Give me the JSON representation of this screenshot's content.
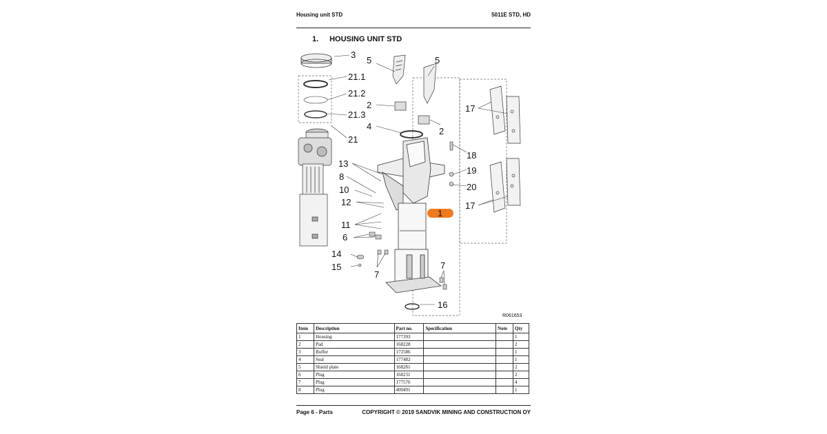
{
  "header": {
    "left": "Housing unit STD",
    "right": "5011E STD, HD"
  },
  "section": {
    "number": "1.",
    "title": "HOUSING UNIT STD"
  },
  "diagram": {
    "ref": "R061653",
    "callouts": [
      "3",
      "21.1",
      "21.2",
      "21.3",
      "21",
      "5",
      "5",
      "2",
      "2",
      "4",
      "17",
      "18",
      "19",
      "20",
      "17",
      "13",
      "8",
      "10",
      "12",
      "1",
      "11",
      "6",
      "14",
      "15",
      "7",
      "7",
      "16"
    ],
    "highlight_color": "#f07a1e"
  },
  "table": {
    "headers": [
      "Item",
      "Description",
      "Part no.",
      "Specification",
      "Note",
      "Qty"
    ],
    "rows": [
      [
        "1",
        "Housing",
        "177393",
        "",
        "",
        "1"
      ],
      [
        "2",
        "Pad",
        "168228",
        "",
        "",
        "2"
      ],
      [
        "3",
        "Buffer",
        "172586",
        "",
        "",
        "1"
      ],
      [
        "4",
        "Seal",
        "177482",
        "",
        "",
        "1"
      ],
      [
        "5",
        "Shield plate",
        "168281",
        "",
        "",
        "2"
      ],
      [
        "6",
        "Plug",
        "168231",
        "",
        "",
        "2"
      ],
      [
        "7",
        "Plug",
        "177576",
        "",
        "",
        "4"
      ],
      [
        "8",
        "Plug",
        "400491",
        "",
        "",
        "1"
      ]
    ]
  },
  "footer": {
    "left": "Page 6 - Parts",
    "right": "COPYRIGHT © 2019 SANDVIK MINING AND CONSTRUCTION OY"
  }
}
